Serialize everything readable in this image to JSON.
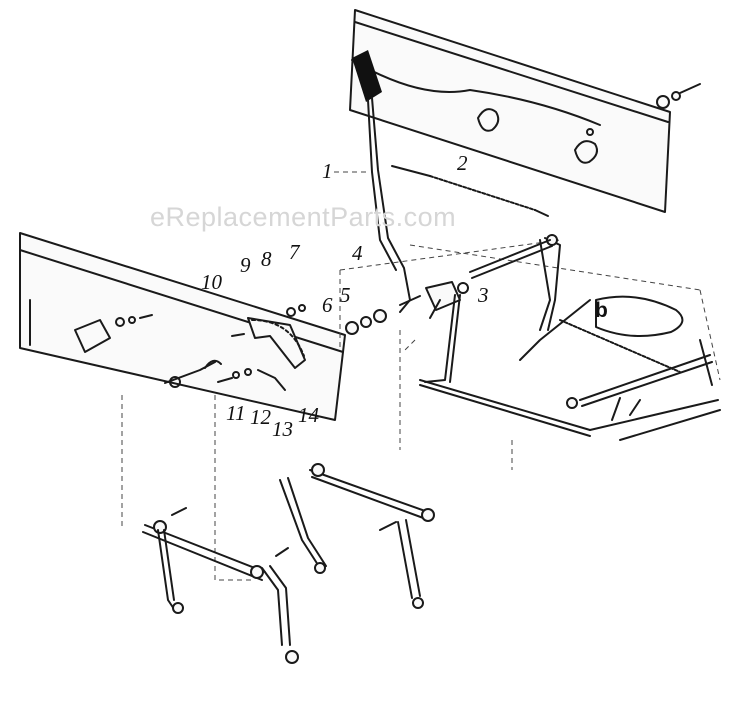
{
  "watermark": "eReplacementParts.com",
  "callouts": {
    "c1": "1",
    "c2": "2",
    "c3": "3",
    "c4": "4",
    "c5": "5",
    "c6": "6",
    "c7": "7",
    "c8": "8",
    "c9": "9",
    "c10": "10",
    "c11": "11",
    "c12": "12",
    "c13": "13",
    "c14": "14",
    "cb": "b"
  }
}
